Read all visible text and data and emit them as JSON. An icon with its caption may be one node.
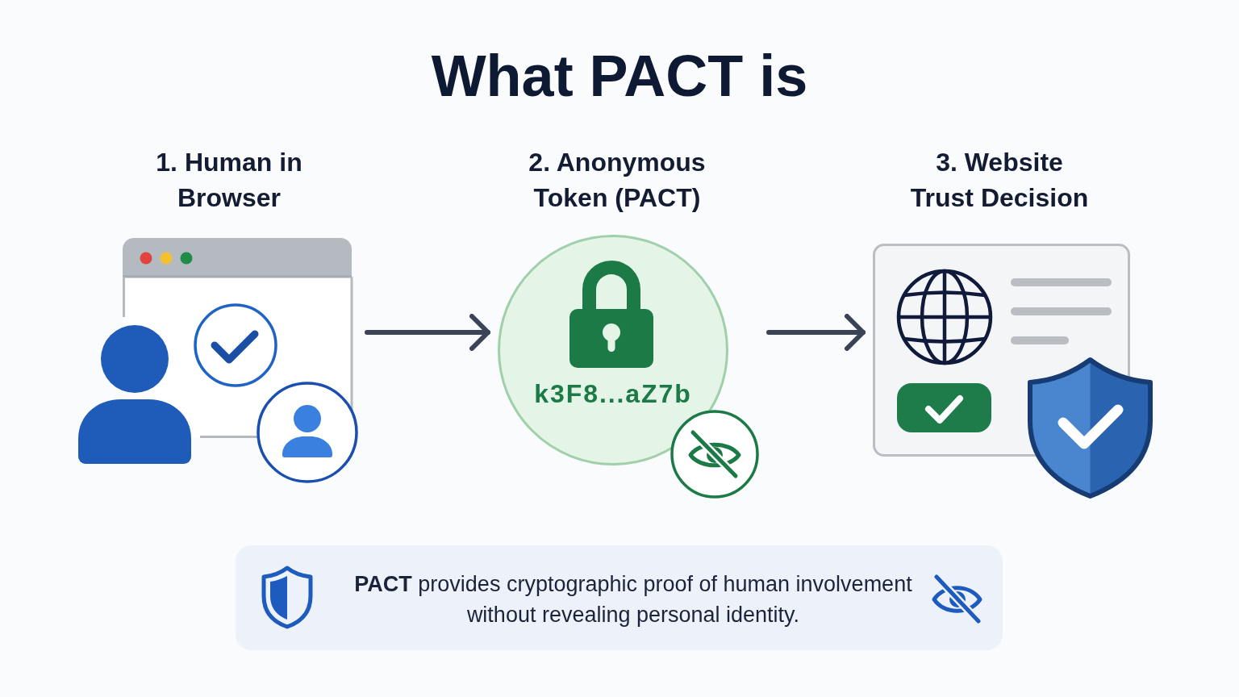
{
  "diagram": {
    "title": "What PACT is",
    "nodes": [
      {
        "text": [
          "1. Human in Browser"
        ]
      },
      {
        "text": [
          "2. Anonymous Token (PACT)",
          "k3F8...aZ7b"
        ]
      },
      {
        "text": [
          "3. Website Trust Decision"
        ]
      },
      {
        "text": [
          "**PACT** provides cryptographic proof of human involvement without revealing personal identity."
        ]
      }
    ],
    "edges": [
      {
        "from": 0,
        "to": 1,
        "arrow": "to"
      },
      {
        "from": 1,
        "to": 2,
        "arrow": "to"
      }
    ]
  }
}
